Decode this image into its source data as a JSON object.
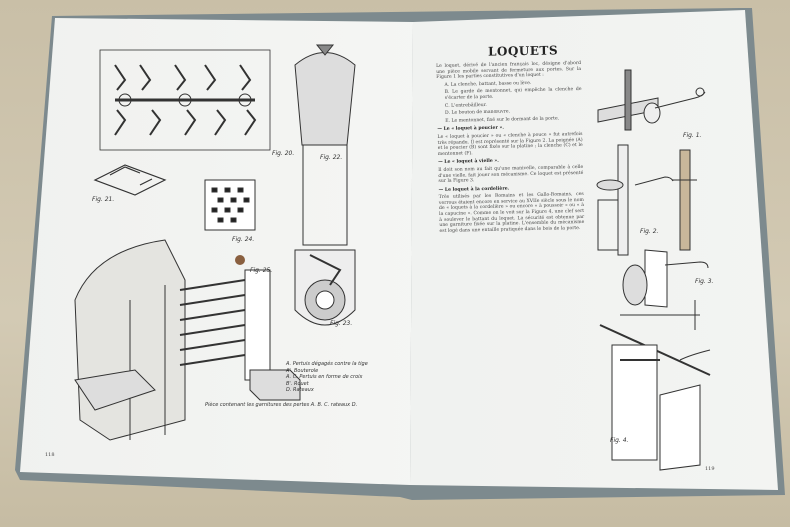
{
  "left_page": {
    "page_number": "118",
    "figures": [
      "Fig. 20.",
      "Fig. 21.",
      "Fig. 22.",
      "Fig. 23.",
      "Fig. 24.",
      "Fig. 25."
    ],
    "legend": [
      "A. Pertuis dégagés contre la tige",
      "A'. Bouterole",
      "A. C. Pertuis en forme de croix",
      "B'. Rouet",
      "D. Rateaux"
    ],
    "legend_note": "Pièce contenant les garnitures des pertes A. B. C. rateaux D."
  },
  "right_page": {
    "page_number": "119",
    "title": "LOQUETS",
    "intro": "Le loquet, dérivé de l'ancien français loc, désigne d'abord une pièce mobile servant de fermeture aux portes. Sur la Figure 1 les parties constitutives d'un loquet :",
    "parts": [
      "A. La clenche, battant, basse ou lève.",
      "B. Le garde de mentonnet, qui empêche la clenche de s'écarter de la porte.",
      "C. L'entrebâilleur.",
      "D. Le bouton de manœuvre.",
      "E. Le mentonnet, fixé sur le dormant de la porte."
    ],
    "sections": [
      {
        "heading": "— Le « loquet à poucier ».",
        "body": "Le « loquet à poucier » ou « clenche à pouce » fut autrefois très répandu. Il est représenté sur la Figure 2. La poignée (A) et le poucier (B) sont fixés sur la platine ; la clenche (C) et le mentonnet (F)."
      },
      {
        "heading": "— Le « loquet à vielle ».",
        "body": "Il doit son nom au fait qu'une manivelle, comparable à celle d'une vielle, fait jouer son mécanisme. Ce loquet est présenté sur la Figure 3."
      },
      {
        "heading": "— Le loquet à la cordelière.",
        "body": "Très utilisés par les Romains et les Gallo-Romains, ces verrous étaient encore en service au XVIIe siècle sous le nom de « loquets à la cordelière » ou encore « à poussoir » ou « à la capucine ». Comme on le voit sur la Figure 4, une clef sert à soulever le battant du loquet. La sécurité est obtenue par une garniture fixée sur la platine. L'ensemble du mécanisme est logé dans une entaille pratiquée dans le bois de la porte."
      }
    ],
    "figures": [
      "Fig. 1.",
      "Fig. 2.",
      "Fig. 3.",
      "Fig. 4."
    ]
  }
}
